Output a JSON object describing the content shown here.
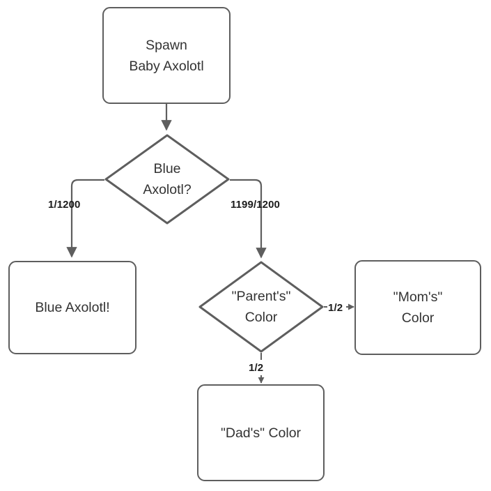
{
  "diagram": {
    "title": "Spawn Baby Axolotl probability flowchart",
    "type": "flowchart",
    "background_color": "#ffffff",
    "stroke_color": "#5e5e5e",
    "text_color": "#333333",
    "label_color": "#1c1c1c"
  },
  "nodes": [
    {
      "id": "spawn",
      "shape": "rounded-rectangle",
      "label": "Spawn\nBaby Axolotl"
    },
    {
      "id": "blue-question",
      "shape": "diamond",
      "label": "Blue\nAxolotl?"
    },
    {
      "id": "blue-result",
      "shape": "rounded-rectangle",
      "label": "Blue Axolotl!"
    },
    {
      "id": "parents-question",
      "shape": "diamond",
      "label": "\"Parent's\"\nColor"
    },
    {
      "id": "moms-color",
      "shape": "rounded-rectangle",
      "label": "\"Mom's\"\nColor"
    },
    {
      "id": "dads-color",
      "shape": "rounded-rectangle",
      "label": "\"Dad's\" Color"
    }
  ],
  "edges": [
    {
      "id": "spawn-to-blue-q",
      "from": "spawn",
      "to": "blue-question",
      "label": ""
    },
    {
      "id": "blue-q-to-blue-result",
      "from": "blue-question",
      "to": "blue-result",
      "label": "1/1200"
    },
    {
      "id": "blue-q-to-parents-q",
      "from": "blue-question",
      "to": "parents-question",
      "label": "1199/1200"
    },
    {
      "id": "parents-q-to-moms",
      "from": "parents-question",
      "to": "moms-color",
      "label": "1/2"
    },
    {
      "id": "parents-q-to-dads",
      "from": "parents-question",
      "to": "dads-color",
      "label": "1/2"
    }
  ]
}
